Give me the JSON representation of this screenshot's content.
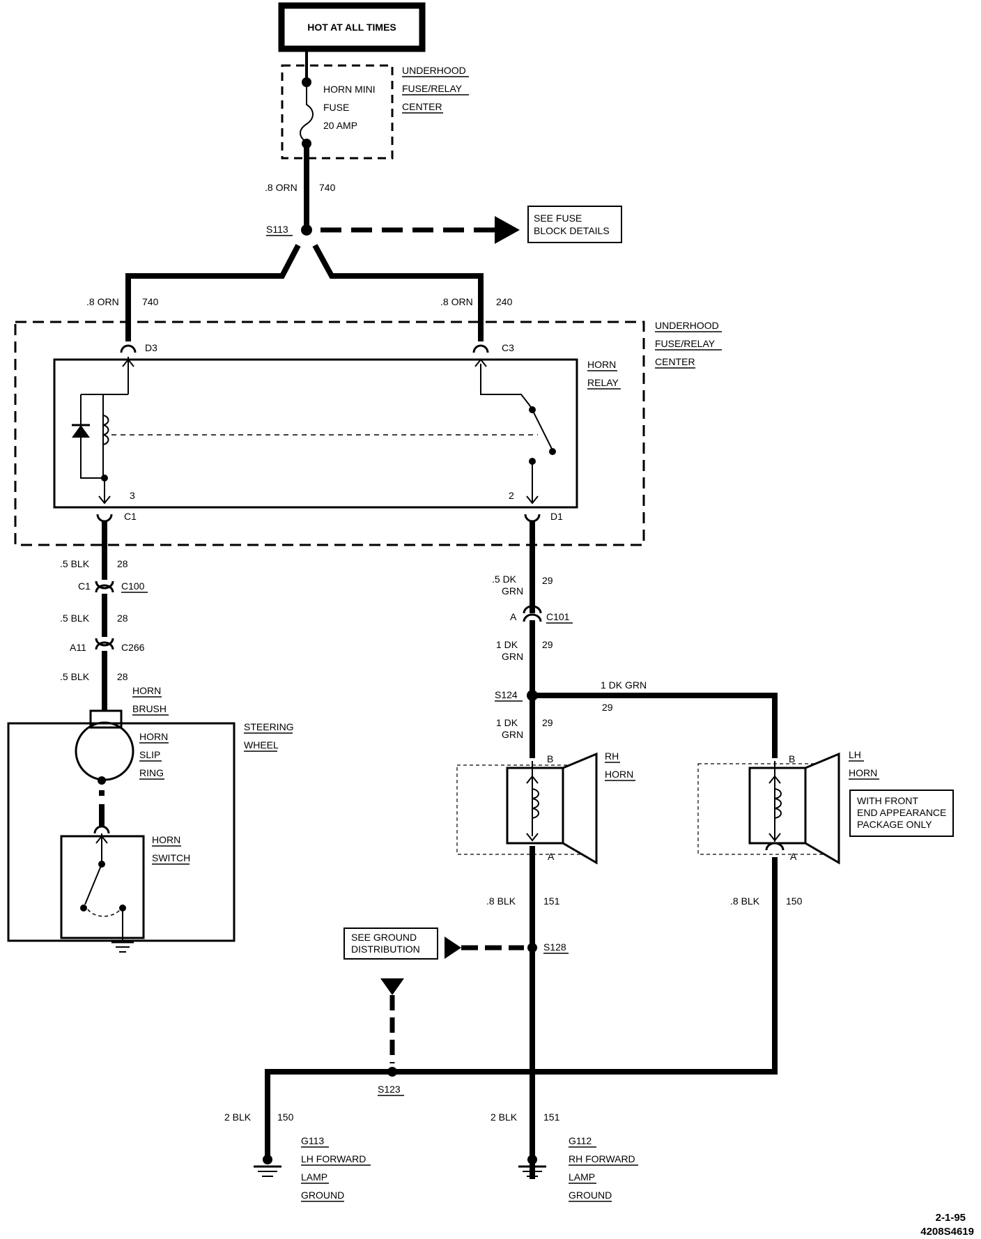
{
  "header": {
    "power_source": "HOT AT ALL TIMES"
  },
  "fuse_center": {
    "label": [
      "UNDERHOOD",
      "FUSE/RELAY",
      "CENTER"
    ],
    "fuse_label": [
      "HORN MINI",
      "FUSE",
      "20 AMP"
    ]
  },
  "wires": {
    "orn_740_a": {
      "gauge": ".8 ORN",
      "circuit": "740"
    },
    "orn_740_b": {
      "gauge": ".8 ORN",
      "circuit": "740"
    },
    "orn_240": {
      "gauge": ".8 ORN",
      "circuit": "240"
    },
    "blk_28_a": {
      "gauge": ".5 BLK",
      "circuit": "28"
    },
    "blk_28_b": {
      "gauge": ".5 BLK",
      "circuit": "28"
    },
    "blk_28_c": {
      "gauge": ".5 BLK",
      "circuit": "28"
    },
    "dkgrn_29_a": {
      "gauge": [
        ".5 DK",
        "GRN"
      ],
      "circuit": "29"
    },
    "dkgrn_29_b": {
      "gauge": [
        "1 DK",
        "GRN"
      ],
      "circuit": "29"
    },
    "dkgrn_29_c": {
      "gauge": [
        "1 DK",
        "GRN"
      ],
      "circuit": "29"
    },
    "dkgrn_29_h": {
      "gauge": "1 DK GRN",
      "circuit": "29"
    },
    "blk_151_a": {
      "gauge": ".8 BLK",
      "circuit": "151"
    },
    "blk_150_a": {
      "gauge": ".8 BLK",
      "circuit": "150"
    },
    "blk_150_b": {
      "gauge": "2 BLK",
      "circuit": "150"
    },
    "blk_151_b": {
      "gauge": "2 BLK",
      "circuit": "151"
    }
  },
  "splices": {
    "s113": "S113",
    "s124": "S124",
    "s128": "S128",
    "s123": "S123"
  },
  "callouts": {
    "fuse_block": [
      "SEE FUSE",
      "BLOCK DETAILS"
    ],
    "ground_distribution": [
      "SEE GROUND",
      "DISTRIBUTION"
    ]
  },
  "relay": {
    "center_label": [
      "UNDERHOOD",
      "FUSE/RELAY",
      "CENTER"
    ],
    "label": [
      "HORN",
      "RELAY"
    ],
    "pins": {
      "d3": "D3",
      "c3": "C3",
      "c1": "C1",
      "d1": "D1",
      "p3": "3",
      "p2": "2"
    }
  },
  "connectors": {
    "c100": {
      "pin": "C1",
      "name": "C100"
    },
    "c266": {
      "pin": "A11",
      "name": "C266"
    },
    "c101": {
      "pin": "A",
      "name": "C101"
    }
  },
  "steering": {
    "label": [
      "STEERING",
      "WHEEL"
    ],
    "brush": [
      "HORN",
      "BRUSH"
    ],
    "slip_ring": [
      "HORN",
      "SLIP",
      "RING"
    ],
    "switch": [
      "HORN",
      "SWITCH"
    ]
  },
  "horns": {
    "rh": {
      "label": [
        "RH",
        "HORN"
      ],
      "pin_b": "B",
      "pin_a": "A"
    },
    "lh": {
      "label": [
        "LH",
        "HORN"
      ],
      "pin_b": "B",
      "pin_a": "A",
      "note": [
        "WITH FRONT",
        "END APPEARANCE",
        "PACKAGE ONLY"
      ]
    }
  },
  "grounds": {
    "g113": [
      "G113",
      "LH FORWARD",
      "LAMP",
      "GROUND"
    ],
    "g112": [
      "G112",
      "RH FORWARD",
      "LAMP",
      "GROUND"
    ]
  },
  "footer": {
    "date": "2-1-95",
    "code": "4208S4619"
  }
}
